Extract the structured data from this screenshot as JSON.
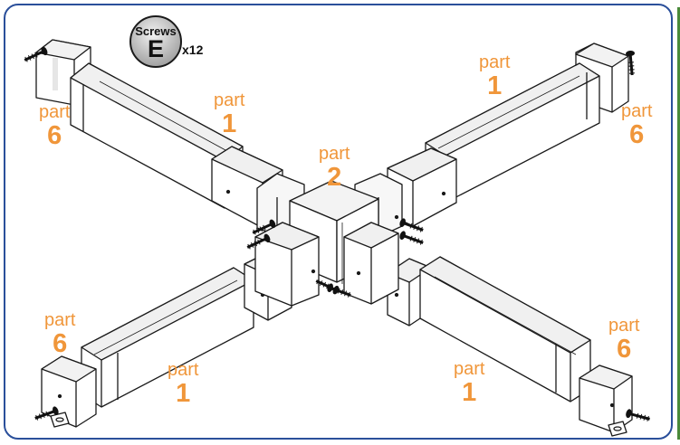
{
  "screws_badge": {
    "word": "Screws",
    "letter": "E",
    "quantity": "x12"
  },
  "labels": [
    {
      "id": "part-1-upper-left",
      "word": "part",
      "number": "1"
    },
    {
      "id": "part-6-upper-left",
      "word": "part",
      "number": "6"
    },
    {
      "id": "part-1-upper-right",
      "word": "part",
      "number": "1"
    },
    {
      "id": "part-6-upper-right",
      "word": "part",
      "number": "6"
    },
    {
      "id": "part-2-center",
      "word": "part",
      "number": "2"
    },
    {
      "id": "part-6-lower-left",
      "word": "part",
      "number": "6"
    },
    {
      "id": "part-1-lower-left",
      "word": "part",
      "number": "1"
    },
    {
      "id": "part-1-lower-right",
      "word": "part",
      "number": "1"
    },
    {
      "id": "part-6-lower-right",
      "word": "part",
      "number": "6"
    }
  ],
  "colors": {
    "frame": "#2a4f9a",
    "label": "#f0963a",
    "line": "#1a1a1a",
    "shade": "#e6e6e6"
  }
}
